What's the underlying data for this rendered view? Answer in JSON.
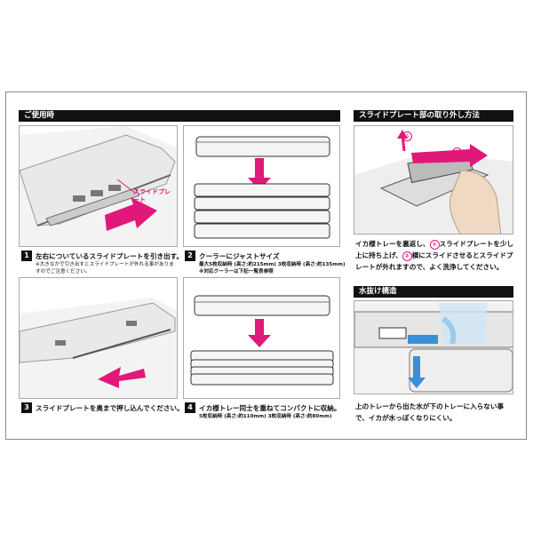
{
  "usage": {
    "header": "ご使用時",
    "step1": {
      "num": "1",
      "caption": "左右についているスライドプレートを引き出す。",
      "note": "※大きなかで引き出すとスライドプレートが外れる事がありますのでご注意ください。",
      "callout": "スライドプレート"
    },
    "step2": {
      "num": "2",
      "caption": "クーラーにジャストサイズ",
      "spec": "最大5枚収納時 (高さ:約215mm) 3枚収納時 (高さ:約135mm)",
      "note": "※対応クーラーは下記一覧表参照"
    },
    "step3": {
      "num": "3",
      "caption": "スライドプレートを奥まで押し込んでください。"
    },
    "step4": {
      "num": "4",
      "caption": "イカ様トレー同士を重ねてコンパクトに収納。",
      "spec": "5枚収納時 (高さ:約110mm) 3枚収納時 (高さ:約80mm)"
    }
  },
  "removal": {
    "header": "スライドプレート部の取り外し方法",
    "marker1": "①",
    "marker2": "②",
    "text_a": "イカ様トレーを裏返し、",
    "text_b": "スライドプレートを少し上に持ち上げ、",
    "text_c": "横にスライドさせるとスライドプレートが外れますので、よく洗浄してください。"
  },
  "drain": {
    "header": "水抜け構造",
    "text": "上のトレーから出た水が下のトレーに入らない事で、イカが水っぽくなりにくい。"
  },
  "colors": {
    "accent": "#e0187a",
    "arrow_blue": "#3a8fd8",
    "bar": "#111111"
  }
}
